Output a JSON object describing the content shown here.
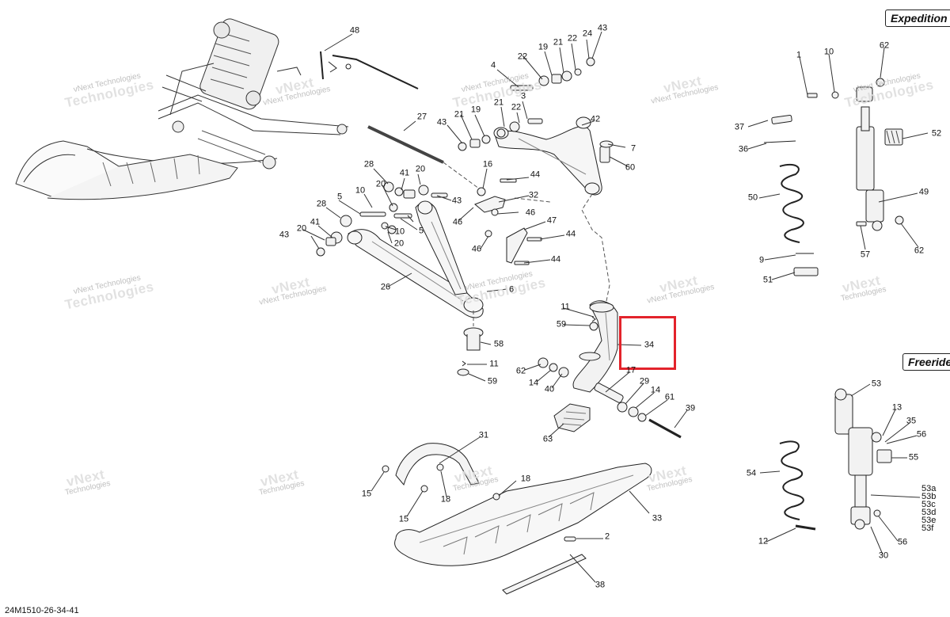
{
  "variants": {
    "expedition": "Expedition",
    "freeride": "Freeride"
  },
  "diagram_id": "24M1510-26-34-41",
  "watermark": {
    "line1": "vNext Technologies",
    "line2": "vNext",
    "line3": "Technologies"
  },
  "callouts": {
    "c48": "48",
    "c22a": "22",
    "c19a": "19",
    "c21a": "21",
    "c22b": "22",
    "c24": "24",
    "c43a": "43",
    "c4": "4",
    "c3": "3",
    "c21b": "21",
    "c22c": "22",
    "c42": "42",
    "c27": "27",
    "c43b": "43",
    "c21c": "21",
    "c19b": "19",
    "c7": "7",
    "c60": "60",
    "c28a": "28",
    "c41a": "41",
    "c20a": "20",
    "c16": "16",
    "c44a": "44",
    "c10a": "10",
    "c20b": "20",
    "c5a": "5",
    "c43c": "43",
    "c32": "32",
    "c46a": "46",
    "c46b": "46",
    "c28b": "28",
    "c41b": "41",
    "c20c": "20",
    "c10b": "10",
    "c5b": "5",
    "c47": "47",
    "c44b": "44",
    "c43d": "43",
    "c20d": "20",
    "c46c": "46",
    "c44c": "44",
    "c26": "26",
    "c6": "6",
    "c11a": "11",
    "c59a": "59",
    "c34": "34",
    "c58": "58",
    "c11b": "11",
    "c59b": "59",
    "c62a": "62",
    "c14a": "14",
    "c40": "40",
    "c17": "17",
    "c29": "29",
    "c14b": "14",
    "c61": "61",
    "c39": "39",
    "c63": "63",
    "c31": "31",
    "c15a": "15",
    "c15b": "15",
    "c18a": "18",
    "c18b": "18",
    "c33": "33",
    "c2": "2",
    "c38": "38",
    "c1": "1",
    "c10c": "10",
    "c62b": "62",
    "c37": "37",
    "c36": "36",
    "c52": "52",
    "c50": "50",
    "c49": "49",
    "c57": "57",
    "c62c": "62",
    "c9": "9",
    "c51": "51",
    "c53": "53",
    "c13": "13",
    "c35": "35",
    "c56a": "56",
    "c55": "55",
    "c54": "54",
    "c12": "12",
    "c56b": "56",
    "c30": "30"
  },
  "sub_callouts": [
    "53a",
    "53b",
    "53c",
    "53d",
    "53e",
    "53f"
  ]
}
